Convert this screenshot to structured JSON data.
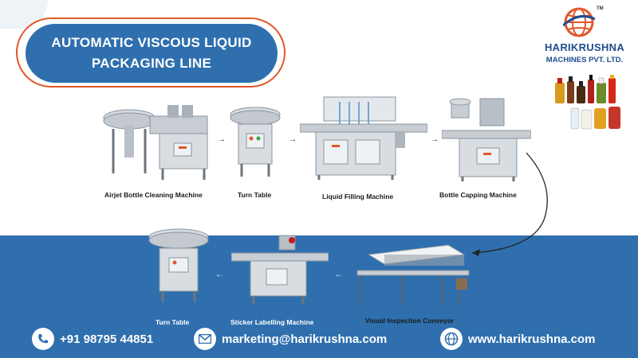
{
  "title": {
    "line1": "AUTOMATIC VISCOUS LIQUID",
    "line2": "PACKAGING LINE"
  },
  "brand": {
    "name": "HARIKRUSHNA",
    "sub": "MACHINES PVT. LTD.",
    "tm": "TM",
    "accent": "#e2572a",
    "primary": "#2f6fae",
    "navy": "#1f4d8f"
  },
  "machines": {
    "airjet": "Airjet Bottle Cleaning Machine",
    "turn_table_1": "Turn Table",
    "liquid_filling": "Liquid Filling Machine",
    "capping": "Bottle Capping Machine",
    "turn_table_2": "Turn Table",
    "sticker": "Sticker Labelling Machine",
    "inspection": "Visual Inspection Conveyor"
  },
  "contacts": {
    "phone": "+91 98795 44851",
    "email": "marketing@harikrushna.com",
    "website": "www.harikrushna.com",
    "phone_icon": "phone-icon",
    "email_icon": "envelope-icon",
    "web_icon": "globe-icon"
  },
  "flow_arrow": "→",
  "flow_arrow_back": "←"
}
